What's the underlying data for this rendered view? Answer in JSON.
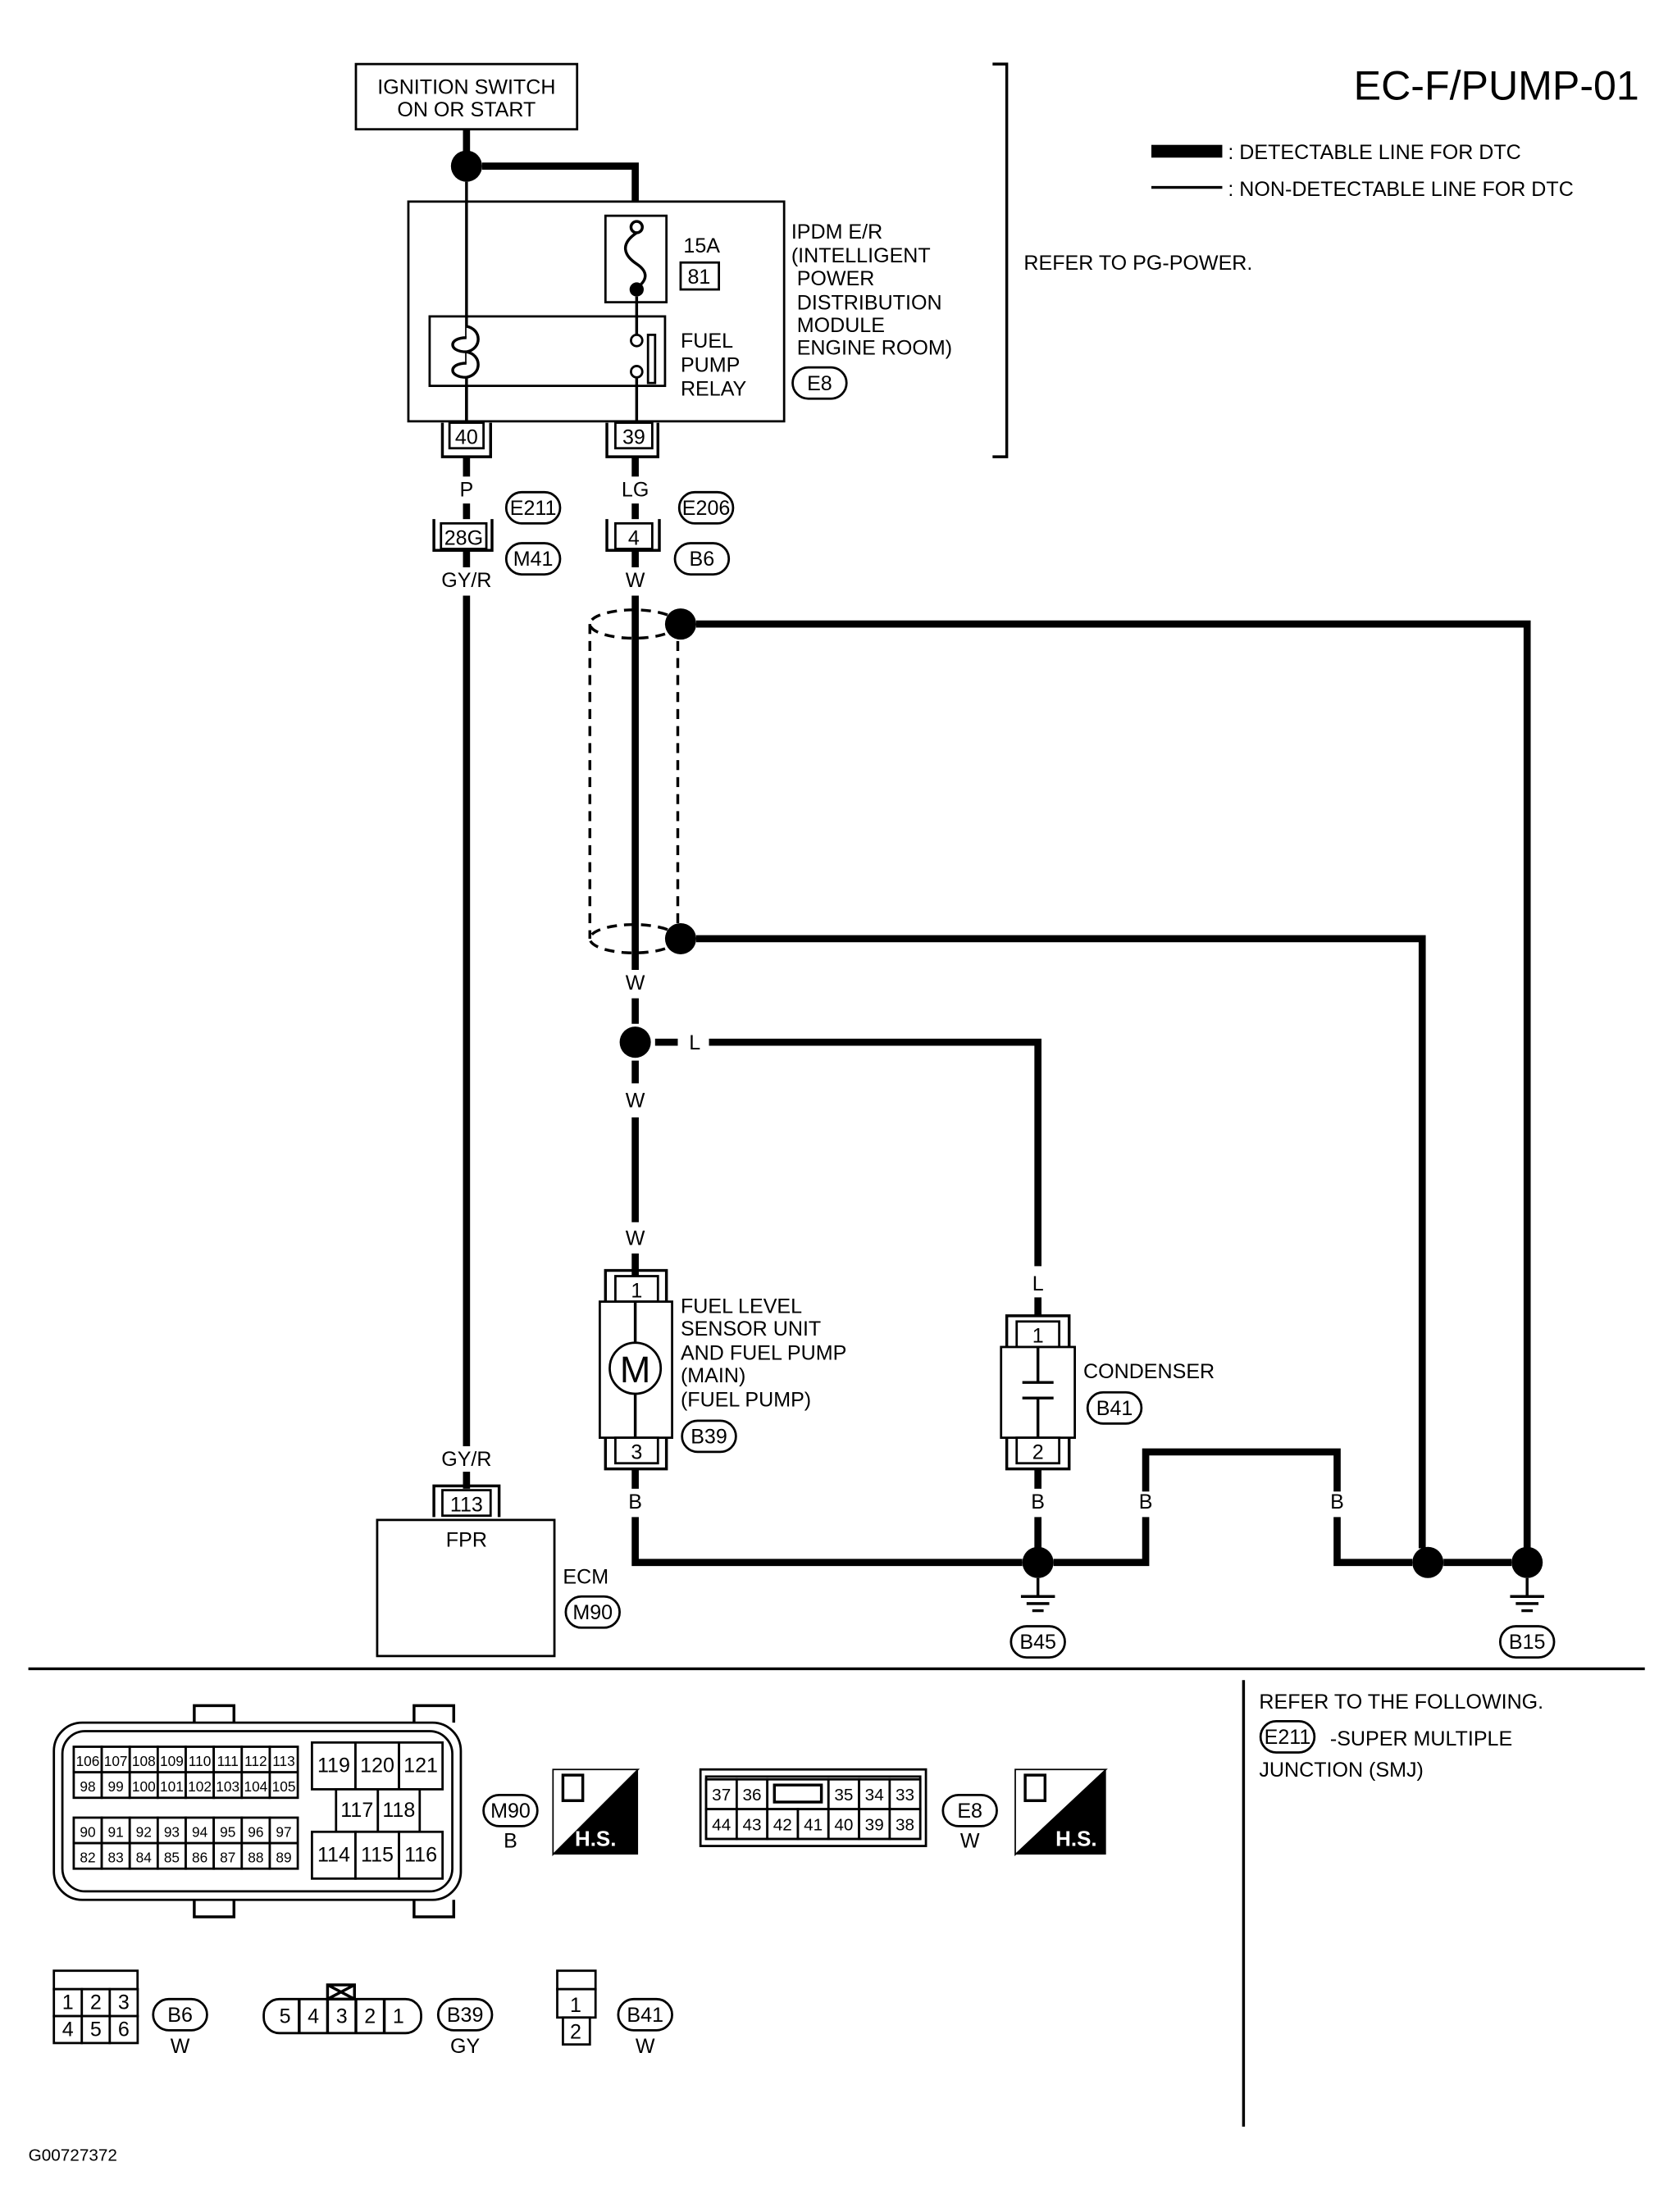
{
  "title": "EC-F/PUMP-01",
  "legend": {
    "detectable": ": DETECTABLE LINE FOR DTC",
    "non_detectable": ": NON-DETECTABLE LINE FOR DTC"
  },
  "refer_power": "REFER TO PG-POWER.",
  "ignition": {
    "line1": "IGNITION SWITCH",
    "line2": "ON OR START"
  },
  "ipdm": {
    "lines": [
      "IPDM E/R",
      "(INTELLIGENT",
      "POWER",
      "DISTRIBUTION",
      "MODULE",
      "ENGINE ROOM)"
    ],
    "connector": "E8",
    "fuse_rating": "15A",
    "fuse_no": "81",
    "relay": [
      "FUEL",
      "PUMP",
      "RELAY"
    ],
    "pin_left": "40",
    "pin_right": "39"
  },
  "wires": {
    "p": "P",
    "lg": "LG",
    "gyr_top": "GY/R",
    "w_b6": "W",
    "w_shield": "W",
    "l": "L",
    "w_mid": "W",
    "w_pump": "W",
    "l_cond": "L",
    "gyr_ecm": "GY/R",
    "b_pump": "B",
    "b_cond": "B",
    "b_mid1": "B",
    "b_mid2": "B"
  },
  "junctions": {
    "left_pin": "28G",
    "left_top": "E211",
    "left_bottom": "M41",
    "right_pin": "4",
    "right_top": "E206",
    "right_bottom": "B6"
  },
  "pump": {
    "lines": [
      "FUEL LEVEL",
      "SENSOR UNIT",
      "AND FUEL PUMP",
      "(MAIN)",
      "(FUEL PUMP)"
    ],
    "motor": "M",
    "connector": "B39",
    "pin_top": "1",
    "pin_bottom": "3"
  },
  "condenser": {
    "label": "CONDENSER",
    "connector": "B41",
    "pin_top": "1",
    "pin_bottom": "2"
  },
  "grounds": [
    "B45",
    "B15"
  ],
  "ecm": {
    "pin": "113",
    "terminal": "FPR",
    "label": "ECM",
    "connector": "M90"
  },
  "refer_following": {
    "line1": "REFER TO THE FOLLOWING.",
    "code": "E211",
    "line2": "-SUPER MULTIPLE",
    "line3": "JUNCTION (SMJ)"
  },
  "connectors": {
    "m90": {
      "id": "M90",
      "color": "B",
      "badge": "H.S.",
      "rows": [
        [
          "106",
          "107",
          "108",
          "109",
          "110",
          "111",
          "112",
          "113"
        ],
        [
          "98",
          "99",
          "100",
          "101",
          "102",
          "103",
          "104",
          "105"
        ],
        [
          "90",
          "91",
          "92",
          "93",
          "94",
          "95",
          "96",
          "97"
        ],
        [
          "82",
          "83",
          "84",
          "85",
          "86",
          "87",
          "88",
          "89"
        ]
      ],
      "top": [
        "119",
        "120",
        "121"
      ],
      "mid": [
        "117",
        "118"
      ],
      "bottom": [
        "114",
        "115",
        "116"
      ]
    },
    "e8": {
      "id": "E8",
      "color": "W",
      "badge": "H.S.",
      "top": [
        "37",
        "36",
        "",
        "35",
        "34",
        "33"
      ],
      "bottom": [
        "44",
        "43",
        "42",
        "41",
        "40",
        "39",
        "38"
      ]
    },
    "b6": {
      "id": "B6",
      "color": "W",
      "rows": [
        [
          "1",
          "2",
          "3"
        ],
        [
          "4",
          "5",
          "6"
        ]
      ]
    },
    "b39": {
      "id": "B39",
      "color": "GY",
      "pins": [
        "5",
        "4",
        "3",
        "2",
        "1"
      ]
    },
    "b41": {
      "id": "B41",
      "color": "W",
      "pins": [
        "1",
        "2"
      ]
    }
  },
  "figure_id": "G00727372"
}
